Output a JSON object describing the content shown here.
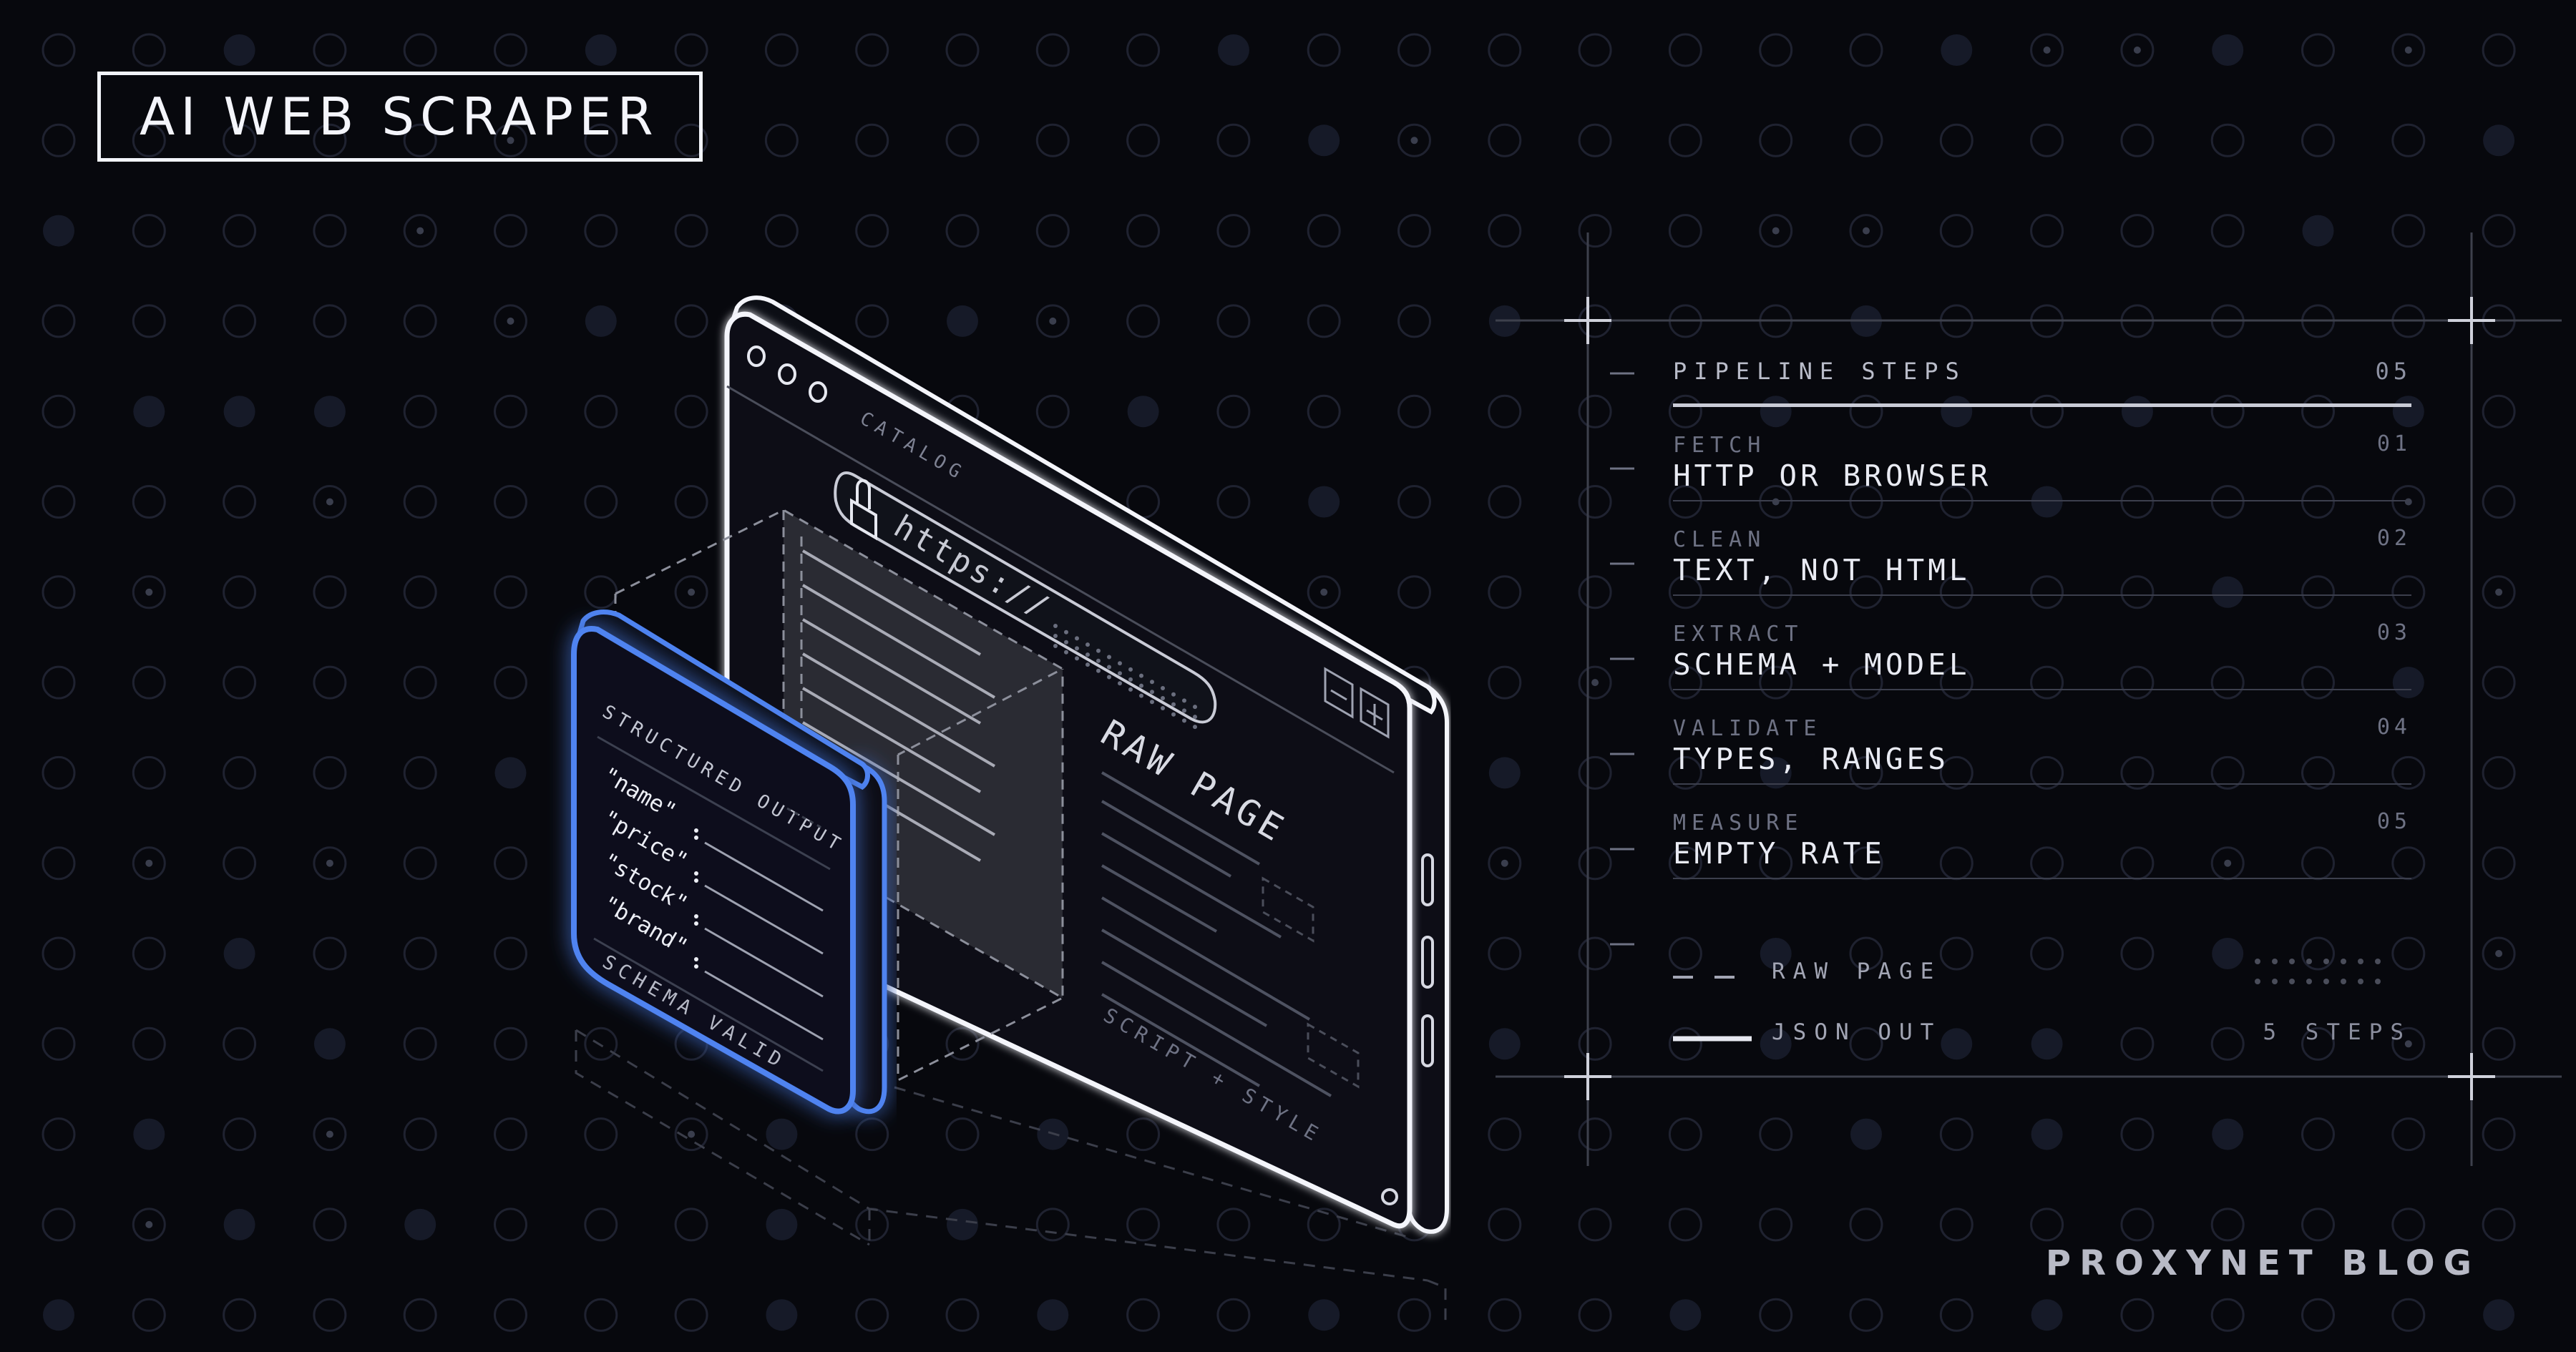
{
  "header": {
    "title": "AI WEB SCRAPER"
  },
  "browser": {
    "tab_label": "CATALOG",
    "url": "https://",
    "raw_label": "RAW PAGE",
    "noise_label": "SCRIPT + STYLE"
  },
  "card": {
    "title": "STRUCTURED OUTPUT",
    "fields": [
      "\"name\"",
      "\"price\"",
      "\"stock\"",
      "\"brand\""
    ],
    "status": "SCHEMA VALID"
  },
  "pipeline": {
    "title": "PIPELINE STEPS",
    "count": "05",
    "steps": [
      {
        "label": "FETCH",
        "num": "01",
        "value": "HTTP OR BROWSER"
      },
      {
        "label": "CLEAN",
        "num": "02",
        "value": "TEXT, NOT HTML"
      },
      {
        "label": "EXTRACT",
        "num": "03",
        "value": "SCHEMA + MODEL"
      },
      {
        "label": "VALIDATE",
        "num": "04",
        "value": "TYPES, RANGES"
      },
      {
        "label": "MEASURE",
        "num": "05",
        "value": "EMPTY RATE"
      }
    ]
  },
  "legend": {
    "raw": "RAW PAGE",
    "json": "JSON OUT",
    "steps_note": "5 STEPS"
  },
  "footer": {
    "brand": "PROXYNET BLOG"
  },
  "colors": {
    "background": "#07080d",
    "accent": "#4f83f0",
    "line": "#f2f4fa"
  }
}
